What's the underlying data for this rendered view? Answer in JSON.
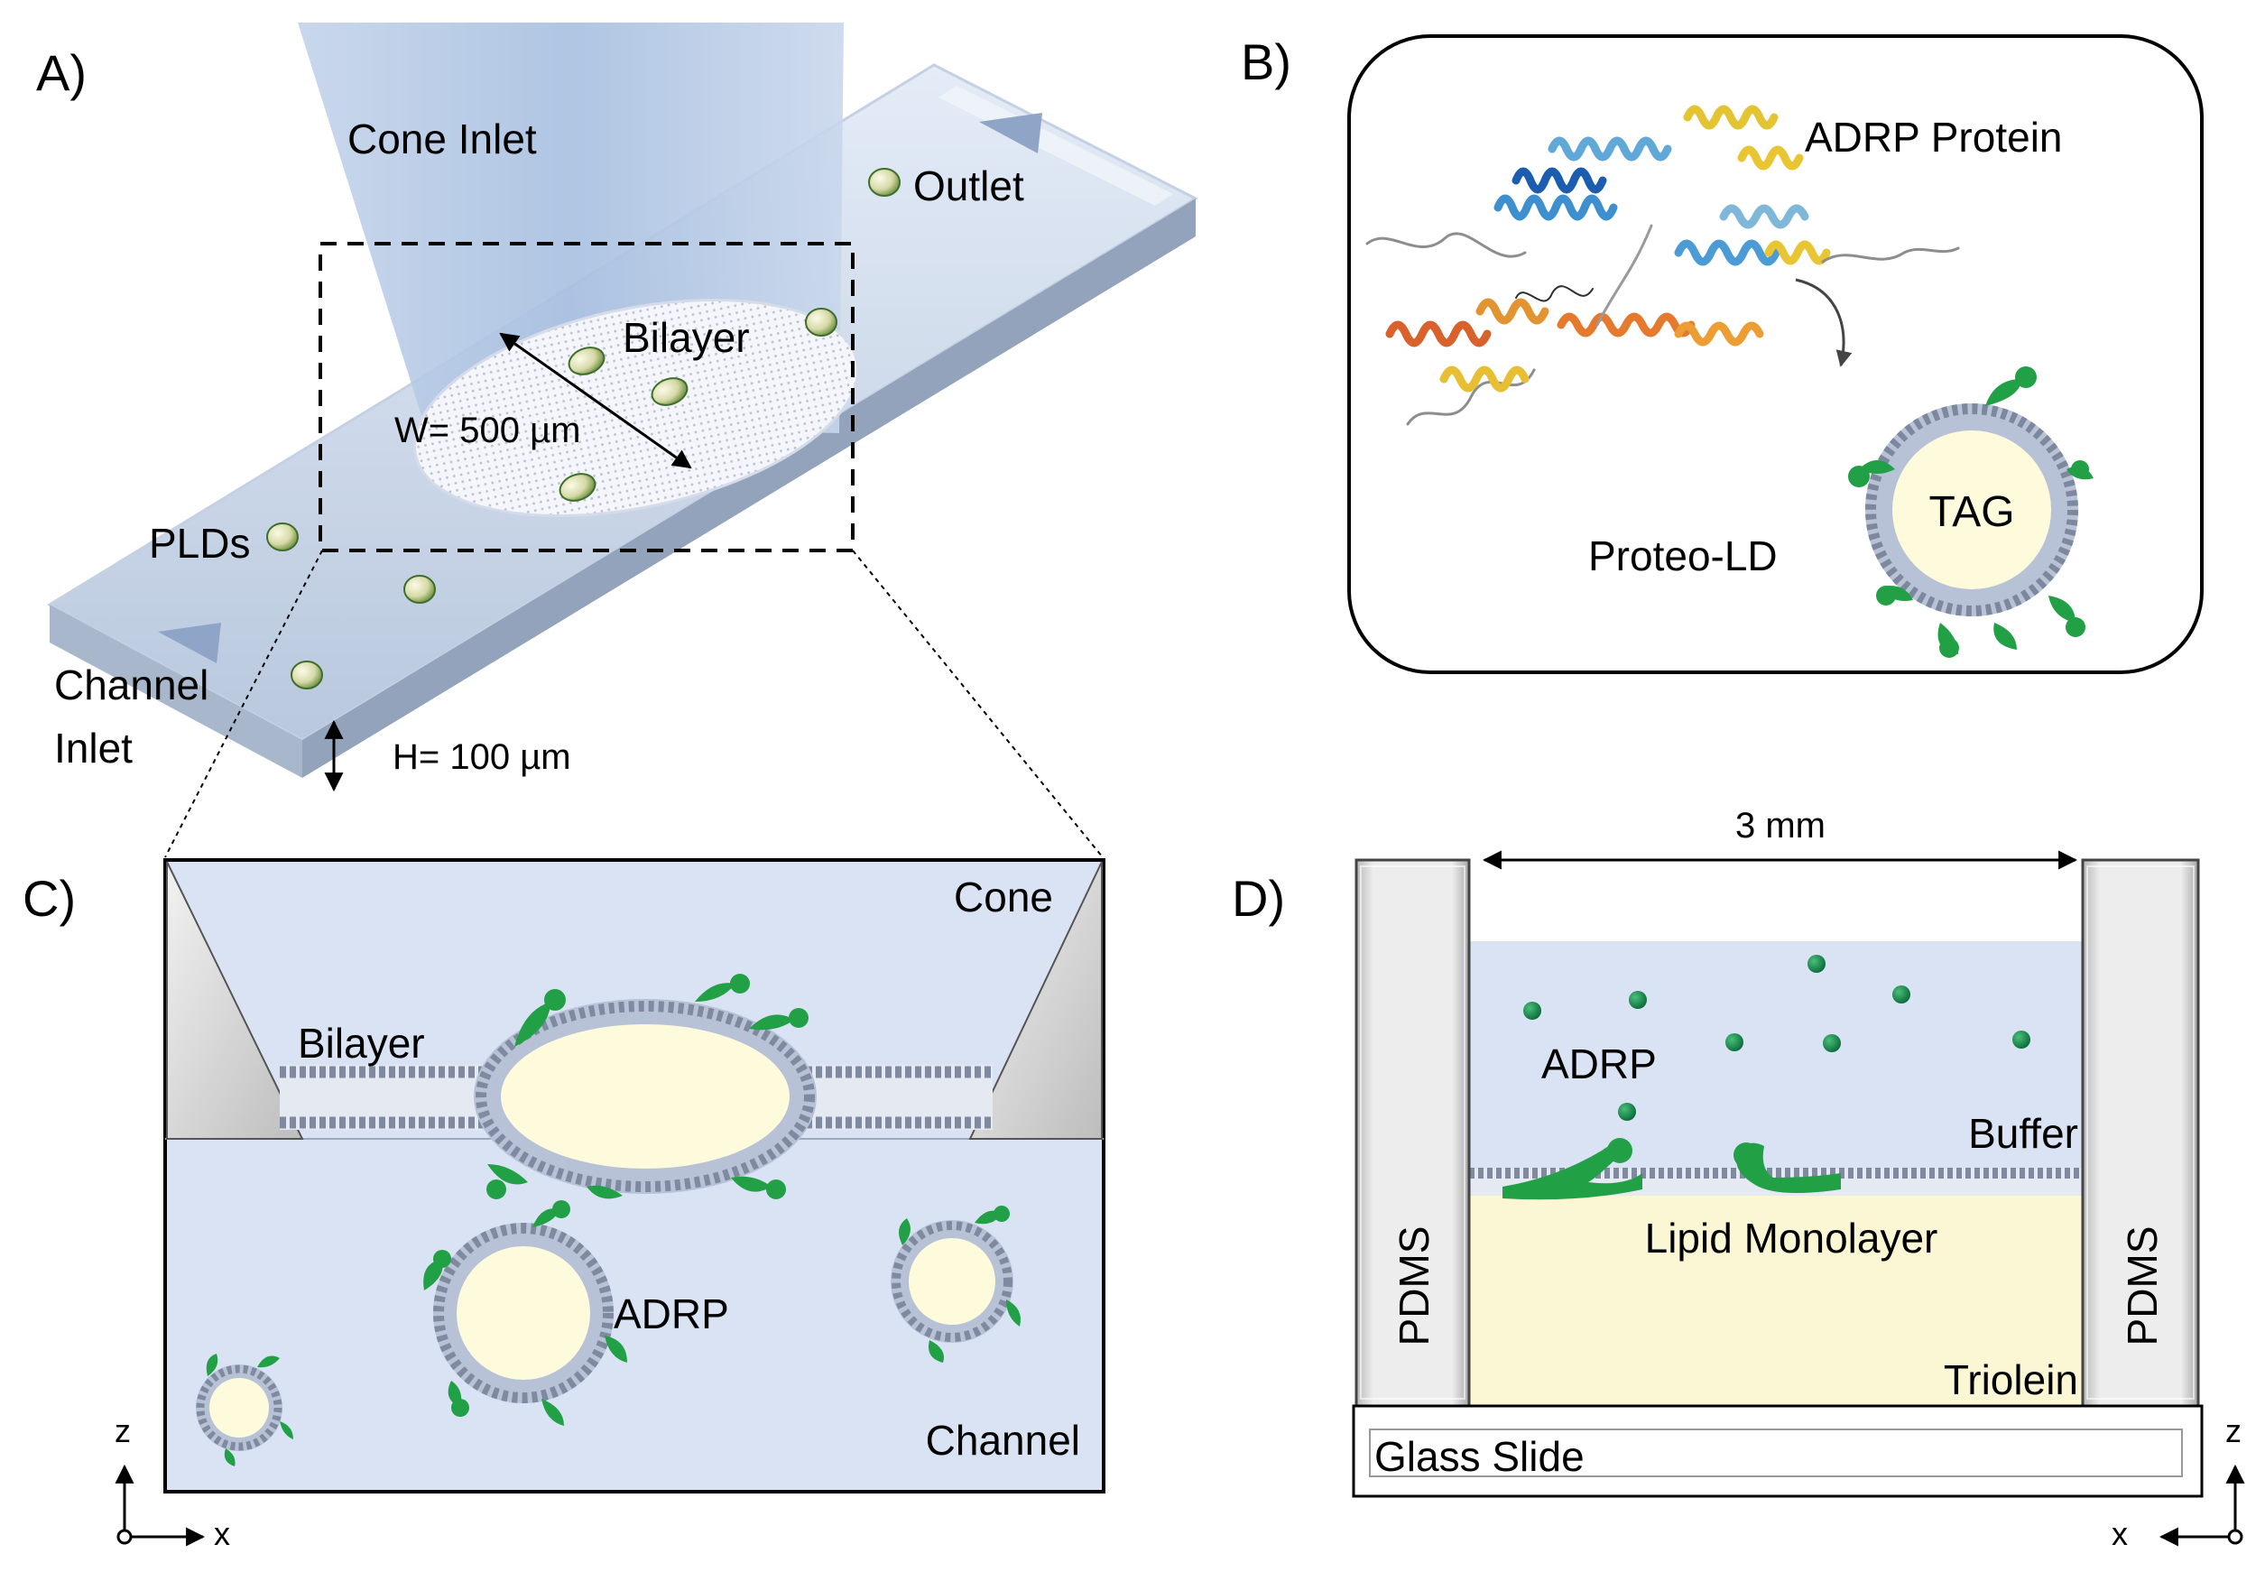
{
  "panel_a": {
    "letter": "A)",
    "cone_inlet": "Cone Inlet",
    "outlet": "Outlet",
    "bilayer": "Bilayer",
    "width": "W= 500 µm",
    "plds": "PLDs",
    "channel_inlet_1": "Channel",
    "channel_inlet_2": "Inlet",
    "height": "H= 100 µm"
  },
  "panel_b": {
    "letter": "B)",
    "protein": "ADRP Protein",
    "tag": "TAG",
    "proteo_ld": "Proteo-LD"
  },
  "panel_c": {
    "letter": "C)",
    "cone": "Cone",
    "bilayer": "Bilayer",
    "adrp": "ADRP",
    "channel": "Channel",
    "axis_z": "z",
    "axis_x": "x"
  },
  "panel_d": {
    "letter": "D)",
    "width": "3 mm",
    "adrp": "ADRP",
    "buffer": "Buffer",
    "monolayer": "Lipid Monolayer",
    "pdms_left": "PDMS",
    "pdms_right": "PDMS",
    "triolein": "Triolein",
    "glass": "Glass Slide",
    "axis_z": "z",
    "axis_x": "x"
  },
  "colors": {
    "protein_green": "#22a046",
    "buffer_blue": "#d9e3f4",
    "lipid_core": "#fdfbdc",
    "triolein": "#fbf6d3",
    "head_grey": "#8a96aa"
  }
}
